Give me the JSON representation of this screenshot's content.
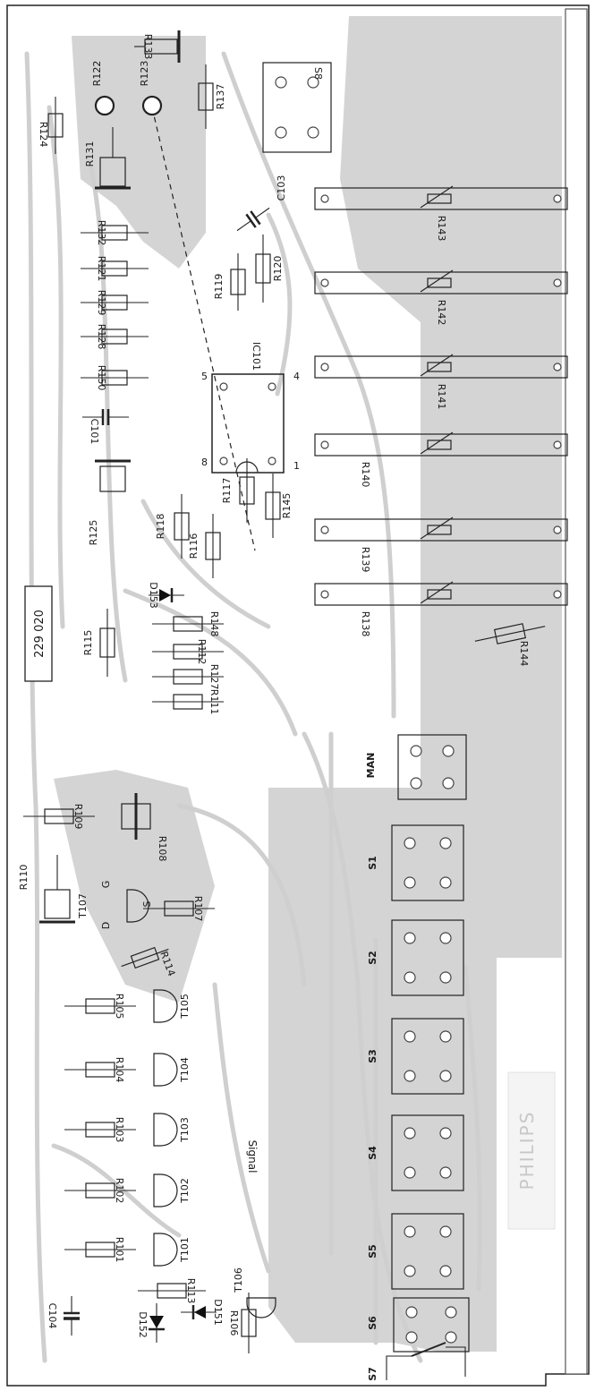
{
  "board": {
    "label": "229 020"
  },
  "colors": {
    "copper": "#d4d4d4",
    "trace": "#cfcfcf",
    "ink": "#222222",
    "board": "#ffffff"
  },
  "resistors_vertical": [
    {
      "id": "R124"
    },
    {
      "id": "R137"
    },
    {
      "id": "R132"
    },
    {
      "id": "R121"
    },
    {
      "id": "R129"
    },
    {
      "id": "R128"
    },
    {
      "id": "R150"
    },
    {
      "id": "R119"
    },
    {
      "id": "R120"
    },
    {
      "id": "R118"
    },
    {
      "id": "R116"
    },
    {
      "id": "R117"
    },
    {
      "id": "R145"
    },
    {
      "id": "R148"
    },
    {
      "id": "R127"
    },
    {
      "id": "R112"
    },
    {
      "id": "R111"
    },
    {
      "id": "R115"
    },
    {
      "id": "R109"
    },
    {
      "id": "R107"
    },
    {
      "id": "R114"
    },
    {
      "id": "R105"
    },
    {
      "id": "R104"
    },
    {
      "id": "R103"
    },
    {
      "id": "R102"
    },
    {
      "id": "R101"
    },
    {
      "id": "R113"
    },
    {
      "id": "R106"
    },
    {
      "id": "R144"
    }
  ],
  "trimmers": [
    {
      "id": "R133"
    },
    {
      "id": "R131"
    },
    {
      "id": "R125"
    },
    {
      "id": "R108"
    },
    {
      "id": "R110"
    }
  ],
  "pots": [
    {
      "id": "R122"
    },
    {
      "id": "R123"
    }
  ],
  "sliders": [
    {
      "id": "R143"
    },
    {
      "id": "R142"
    },
    {
      "id": "R141"
    },
    {
      "id": "R140"
    },
    {
      "id": "R139"
    },
    {
      "id": "R138"
    }
  ],
  "switches": [
    {
      "id": "S8"
    },
    {
      "id": "MAN"
    },
    {
      "id": "S1"
    },
    {
      "id": "S2"
    },
    {
      "id": "S3"
    },
    {
      "id": "S4"
    },
    {
      "id": "S5"
    },
    {
      "id": "S6"
    },
    {
      "id": "S7"
    }
  ],
  "transistors": [
    {
      "id": "T105"
    },
    {
      "id": "T104"
    },
    {
      "id": "T103"
    },
    {
      "id": "T102"
    },
    {
      "id": "T101"
    },
    {
      "id": "T106"
    },
    {
      "id": "T107"
    }
  ],
  "t107_pins": {
    "gate": "G",
    "drain": "D",
    "source": "S"
  },
  "capacitors": [
    {
      "id": "C103"
    },
    {
      "id": "C101"
    },
    {
      "id": "C104"
    }
  ],
  "diodes": [
    {
      "id": "D153"
    },
    {
      "id": "D152"
    },
    {
      "id": "D151"
    }
  ],
  "ic": {
    "id": "IC101",
    "pin_top_left": "5",
    "pin_top_right": "4",
    "pin_bottom_left": "8",
    "pin_bottom_right": "1"
  },
  "signal_label": "Signal",
  "logo_text": "PHILIPS"
}
